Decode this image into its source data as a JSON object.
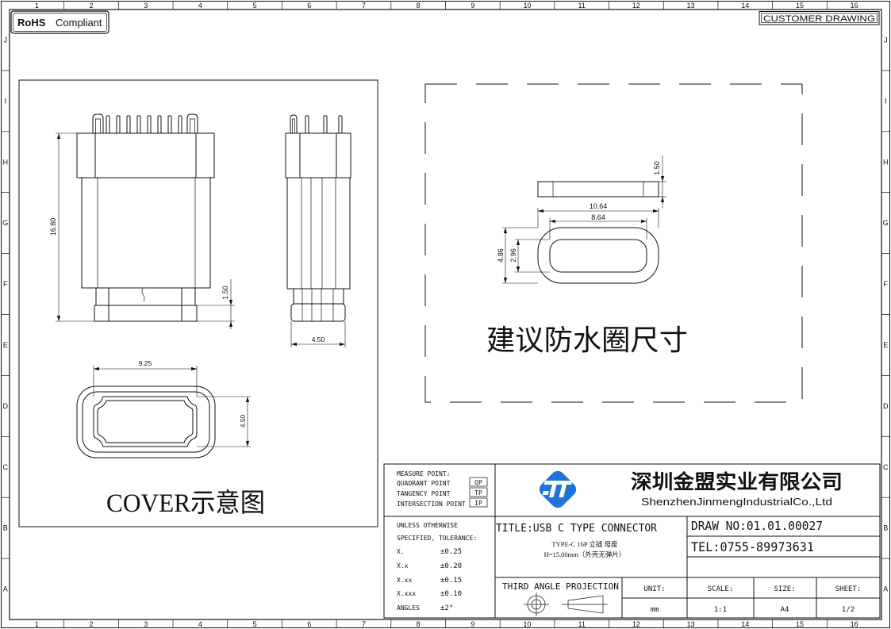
{
  "header": {
    "rohs_label": "RoHS",
    "compliant_label": "Compliant",
    "customer_drawing": "CUSTOMER DRAWING"
  },
  "grid": {
    "columns": [
      "1",
      "2",
      "3",
      "4",
      "5",
      "6",
      "7",
      "8",
      "9",
      "10",
      "11",
      "12",
      "13",
      "14",
      "15",
      "16"
    ],
    "rows": [
      "J",
      "I",
      "H",
      "G",
      "F",
      "E",
      "D",
      "C",
      "B",
      "A"
    ]
  },
  "cover_view": {
    "dim_height": "16.80",
    "dim_base_height": "1.50",
    "dim_side_width": "4.50",
    "dim_opening_width": "9.25",
    "dim_opening_height": "4.50",
    "caption": "COVER示意图"
  },
  "seal_ring": {
    "dim_thickness": "1.50",
    "dim_outer_length": "10.64",
    "dim_inner_length": "8.64",
    "dim_outer_width": "4.86",
    "dim_inner_width": "2.96",
    "caption": "建议防水圈尺寸"
  },
  "title_block": {
    "measure": {
      "heading": "MEASURE POINT:",
      "items": [
        {
          "label": "QUADRANT POINT",
          "code": "QP"
        },
        {
          "label": "TANGENCY POINT",
          "code": "TP"
        },
        {
          "label": "INTERSECTION POINT",
          "code": "IP"
        }
      ]
    },
    "company": {
      "name_cn": "深圳金盟实业有限公司",
      "name_en": "ShenzhenJinmengIndustrialCo.,Ltd"
    },
    "tolerance": {
      "line1": "UNLESS OTHERWISE",
      "line2": "SPECIFIED, TOLERANCE:",
      "rows": [
        {
          "label": "X.",
          "value": "±0.25"
        },
        {
          "label": "X.x",
          "value": "±0.20"
        },
        {
          "label": "X.xx",
          "value": "±0.15"
        },
        {
          "label": "X.xxx",
          "value": "±0.10"
        },
        {
          "label": "ANGLES",
          "value": "±2°"
        }
      ]
    },
    "title": "TITLE:USB C TYPE CONNECTOR",
    "subtitle_line1": "TYPE-C 16P 立插 母座",
    "subtitle_line2": "H=15.00mm（外壳无弹片）",
    "draw_no": "DRAW NO:01.01.00027",
    "tel": "TEL:0755-89973631",
    "projection": "THIRD ANGLE PROJECTION",
    "unit": {
      "label": "UNIT:",
      "value": "mm"
    },
    "scale": {
      "label": "SCALE:",
      "value": "1:1"
    },
    "size": {
      "label": "SIZE:",
      "value": "A4"
    },
    "sheet": {
      "label": "SHEET:",
      "value": "1/2"
    }
  },
  "colors": {
    "logo_blue": "#1f74d8",
    "line": "#111111"
  }
}
